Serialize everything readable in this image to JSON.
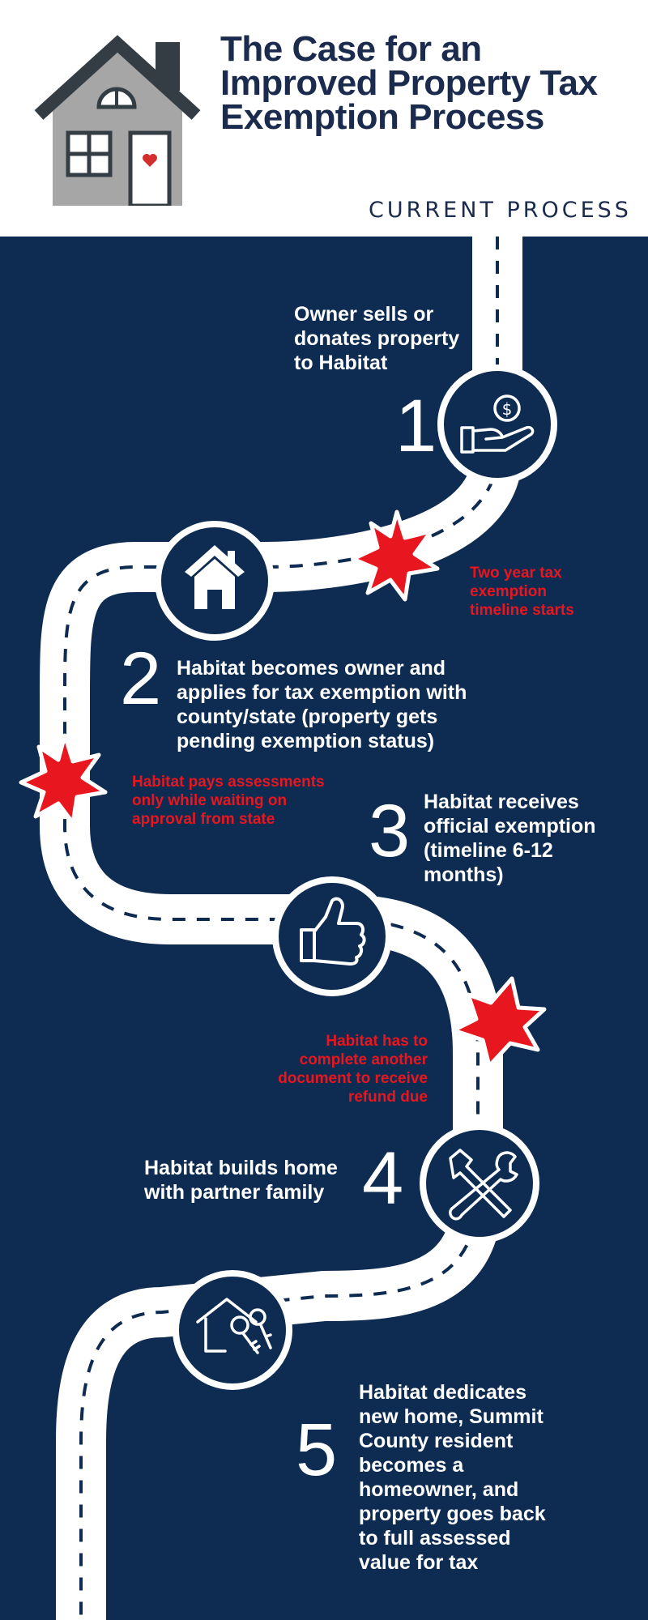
{
  "header": {
    "title_lines": [
      "The Case for an",
      "Improved Property Tax",
      "Exemption Process"
    ],
    "subtitle": "CURRENT PROCESS"
  },
  "steps": [
    {
      "number": "1",
      "text_lines": [
        "Owner sells or",
        "donates property",
        "to Habitat"
      ],
      "icon": "hand-coin-icon"
    },
    {
      "number": "2",
      "text_lines": [
        "Habitat becomes owner and",
        "applies for tax exemption with",
        "county/state (property gets",
        "pending exemption status)"
      ],
      "icon": "home-icon"
    },
    {
      "number": "3",
      "text_lines": [
        "Habitat receives",
        "official exemption",
        "(timeline 6-12",
        "months)"
      ],
      "icon": "thumbs-up-icon"
    },
    {
      "number": "4",
      "text_lines": [
        "Habitat builds home",
        "with partner family"
      ],
      "icon": "hammer-wrench-icon"
    },
    {
      "number": "5",
      "text_lines": [
        "Habitat dedicates",
        "new home, Summit",
        "County resident",
        "becomes a",
        "homeowner, and",
        "property goes back",
        "to full assessed",
        "value for tax"
      ],
      "icon": "house-keys-icon"
    }
  ],
  "alerts": [
    {
      "text_lines": [
        "Two year tax",
        "exemption",
        "timeline starts"
      ]
    },
    {
      "text_lines": [
        "Habitat pays assessments",
        "only while waiting on",
        "approval from state"
      ]
    },
    {
      "text_lines": [
        "Habitat has to",
        "complete another",
        "document to receive",
        "refund due"
      ]
    }
  ],
  "colors": {
    "navy": "#0e2b52",
    "title": "#1a2b4e",
    "alert_red": "#e8161e",
    "house_gray": "#a6a6a6",
    "roof_dark": "#343c44",
    "heart": "#d32f2f"
  }
}
